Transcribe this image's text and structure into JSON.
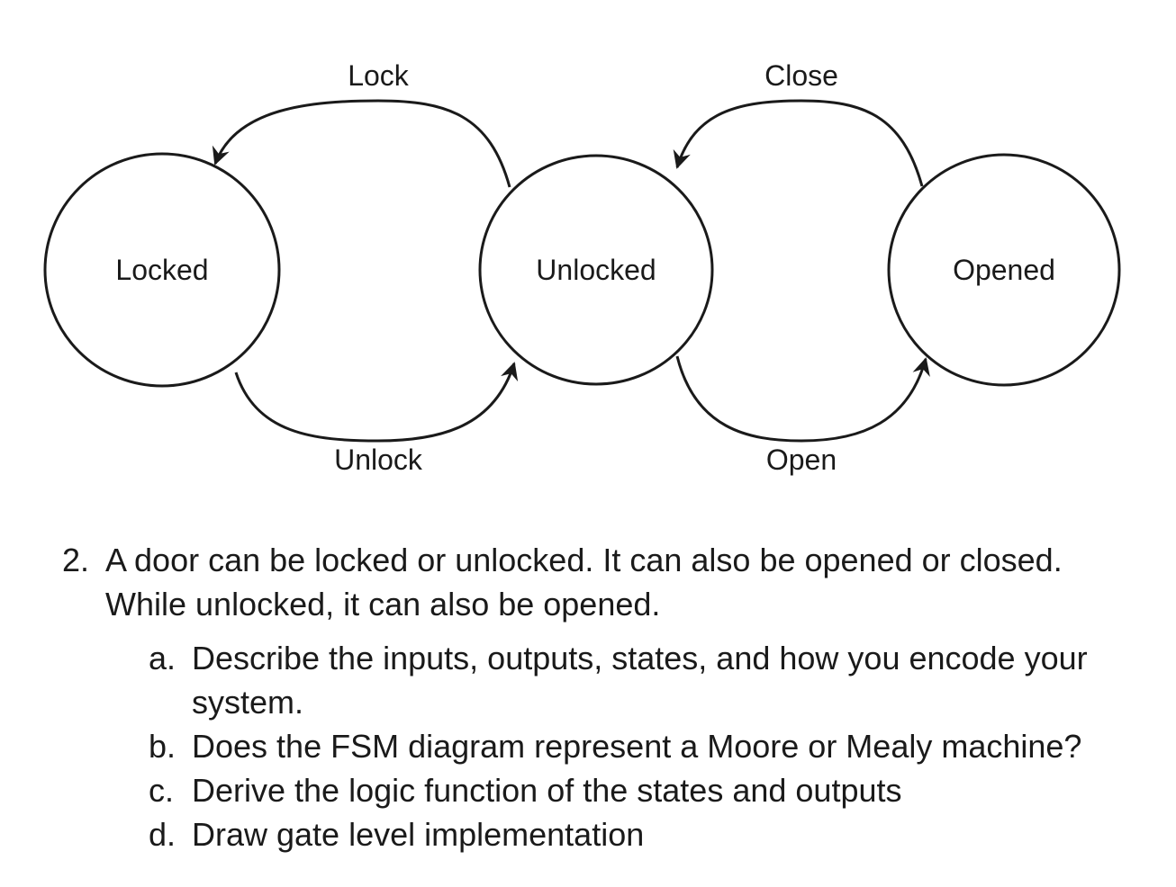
{
  "diagram": {
    "stroke_color": "#1a1a1a",
    "states": [
      {
        "id": "locked",
        "label": "Locked"
      },
      {
        "id": "unlocked",
        "label": "Unlocked"
      },
      {
        "id": "opened",
        "label": "Opened"
      }
    ],
    "transitions": [
      {
        "id": "lock",
        "label": "Lock",
        "from": "Unlocked",
        "to": "Locked"
      },
      {
        "id": "unlock",
        "label": "Unlock",
        "from": "Locked",
        "to": "Unlocked"
      },
      {
        "id": "close",
        "label": "Close",
        "from": "Opened",
        "to": "Unlocked"
      },
      {
        "id": "open",
        "label": "Open",
        "from": "Unlocked",
        "to": "Opened"
      }
    ]
  },
  "problem": {
    "number": "2.",
    "lines": [
      "A door can be locked or unlocked. It can also be opened or closed.",
      "While unlocked, it can also be opened."
    ],
    "items": [
      {
        "label": "a.",
        "lines": [
          "Describe the inputs, outputs, states, and how you encode your",
          "system."
        ]
      },
      {
        "label": "b.",
        "lines": [
          "Does the FSM diagram represent a Moore or Mealy machine?"
        ]
      },
      {
        "label": "c.",
        "lines": [
          "Derive the logic function of the states and outputs"
        ]
      },
      {
        "label": "d.",
        "lines": [
          "Draw gate level implementation"
        ]
      }
    ]
  }
}
